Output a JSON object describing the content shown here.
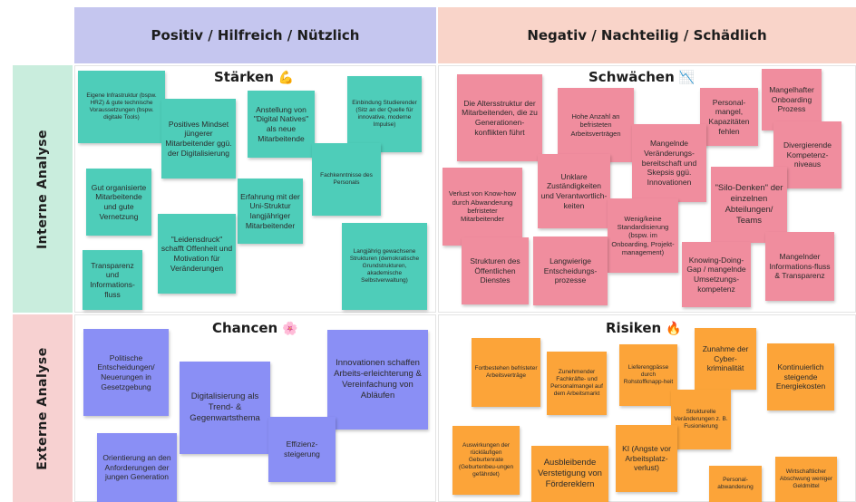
{
  "headers": {
    "positive": "Positiv / Hilfreich / Nützlich",
    "negative": "Negativ / Nachteilig / Schädlich",
    "internal": "Interne Analyse",
    "external": "Externe Analyse"
  },
  "quadrants": {
    "strengths": {
      "title": "Stärken",
      "icon": "💪"
    },
    "weaknesses": {
      "title": "Schwächen",
      "icon": "📉"
    },
    "opportunities": {
      "title": "Chancen",
      "icon": "🌸"
    },
    "risks": {
      "title": "Risiken",
      "icon": "🔥"
    }
  },
  "colors": {
    "strengths_note": "#4ecdb9",
    "weaknesses_note": "#f08d9e",
    "opportunities_note": "#8a8ff5",
    "risks_note": "#fca439",
    "positive_header": "#c5c6ef",
    "negative_header": "#f9d4c9",
    "internal_side": "#c9eddd",
    "external_side": "#f7d1d1"
  },
  "notes": {
    "s1": "Eigene Infrastruktur (bspw. HRZ) & gute technische Voraussetzungen (bspw. digitale Tools)",
    "s2": "Positives Mindset jüngerer Mitarbeitender ggü. der Digitalisierung",
    "s3": "Anstellung von \"Digital Natives\" als neue Mitarbeitende",
    "s4": "Einbindung Studierender (Sitz an der Quelle für innovative, moderne Impulse)",
    "s5": "Gut organisierte Mitarbeitende und gute Vernetzung",
    "s6": "Fachkenntnisse des Personals",
    "s7": "Erfahrung mit der Uni-Struktur langjähriger Mitarbeitender",
    "s8": "\"Leidensdruck\" schafft Offenheit und Motivation für Veränderungen",
    "s9": "Transparenz und Informations-fluss",
    "s10": "Langjährig gewachsene Strukturen (demokratische Grundstrukturen, akademische Selbstverwaltung)",
    "w1": "Die Altersstruktur der Mitarbeitenden, die zu Generationen-konflikten führt",
    "w2": "Hohe Anzahl an befristeten Arbeitsverträgen",
    "w3": "Personal-mangel, Kapazitäten fehlen",
    "w4": "Mangelhafter Onboarding Prozess",
    "w5": "Mangelnde Veränderungs-bereitschaft und Skepsis ggü. Innovationen",
    "w6": "Divergierende Kompetenz-niveaus",
    "w7": "Verlust von Know-how durch Abwanderung befristeter Mitarbeitender",
    "w8": "Unklare Zuständigkeiten und Verantwortlich-keiten",
    "w9": "\"Silo-Denken\" der einzelnen Abteilungen/ Teams",
    "w10": "Wenig/keine Standardisierung (bspw. im Onboarding, Projekt-management)",
    "w11": "Strukturen des Öffentlichen Dienstes",
    "w12": "Langwierige Entscheidungs-prozesse",
    "w13": "Knowing-Doing-Gap / mangelnde Umsetzungs-kompetenz",
    "w14": "Mangelnder Informations-fluss & Transparenz",
    "c1": "Politische Entscheidungen/ Neuerungen in Gesetzgebung",
    "c2": "Innovationen schaffen Arbeits-erleichterung & Vereinfachung von Abläufen",
    "c3": "Digitalisierung als Trend- & Gegenwartsthema",
    "c4": "Effizienz-steigerung",
    "c5": "Orientierung an den Anforderungen der jungen Generation",
    "r1": "Fortbestehen befristeter Arbeitsverträge",
    "r2": "Zunehmender Fachkräfte- und Personalmangel auf dem Arbeitsmarkt",
    "r3": "Lieferengpässe durch Rohstoffknapp-heit",
    "r4": "Zunahme der Cyber-kriminalität",
    "r5": "Kontinuierlich steigende Energiekosten",
    "r6": "Strukturelle Veränderungen z. B. Fusionierung",
    "r7": "Auswirkungen der rückläufigen Geburtenrate (Geburtenbeu-ungen gefährdet)",
    "r8": "Ausbleibende Verstetigung von Fördereklern",
    "r9": "KI (Angste vor Arbeitsplatz-verlust)",
    "r10": "Personal-abwanderung",
    "r11": "Wirtschaftlicher Abschwung weniger Geldmittel"
  }
}
